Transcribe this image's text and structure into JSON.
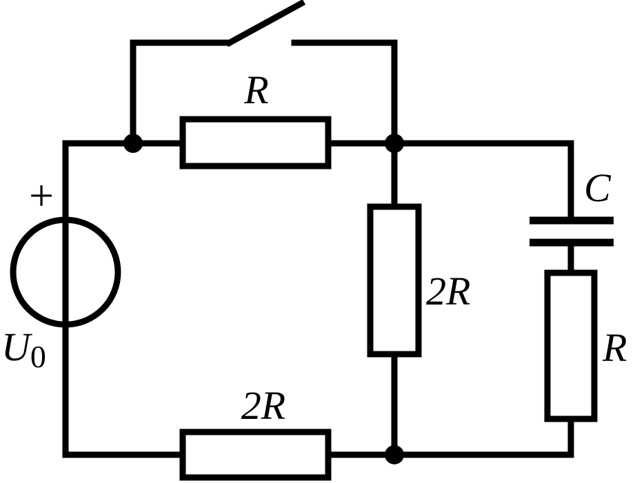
{
  "labels": {
    "source_plus": "+",
    "source_voltage_letter": "U",
    "source_voltage_sub": "0",
    "top_resistor": "R",
    "middle_resistor": "2R",
    "bottom_resistor": "2R",
    "capacitor": "C",
    "right_resistor": "R"
  },
  "components": [
    {
      "type": "voltage-source",
      "label": "U0"
    },
    {
      "type": "switch",
      "state": "open"
    },
    {
      "type": "resistor",
      "label": "R"
    },
    {
      "type": "resistor",
      "label": "2R"
    },
    {
      "type": "resistor",
      "label": "2R"
    },
    {
      "type": "capacitor",
      "label": "C"
    },
    {
      "type": "resistor",
      "label": "R"
    }
  ],
  "colors": {
    "line": "#000000",
    "background": "#ffffff"
  }
}
